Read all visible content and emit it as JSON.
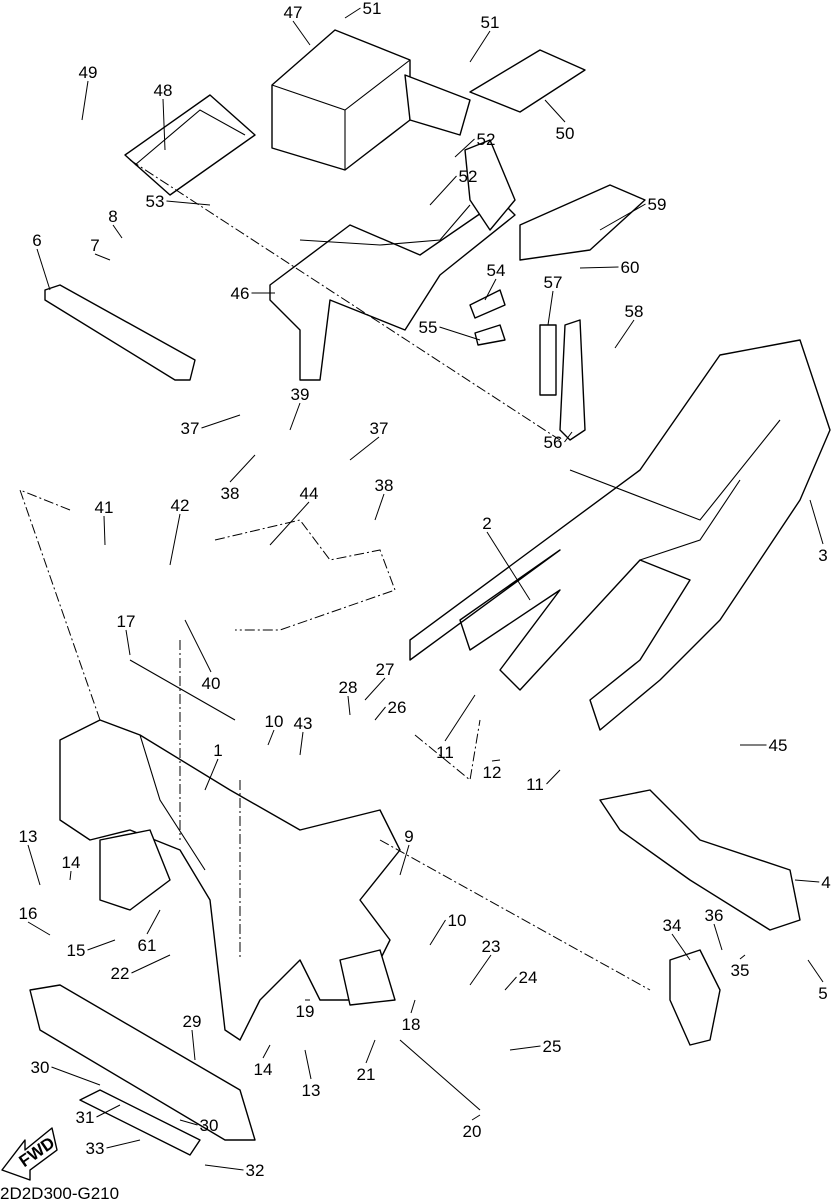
{
  "diagram": {
    "code": "2D2D300-G210",
    "fwd_label": "FWD",
    "callouts": [
      "47",
      "51",
      "51",
      "49",
      "48",
      "50",
      "52",
      "52",
      "59",
      "8",
      "7",
      "53",
      "6",
      "46",
      "54",
      "57",
      "60",
      "58",
      "55",
      "39",
      "37",
      "37",
      "56",
      "38",
      "38",
      "2",
      "3",
      "41",
      "42",
      "44",
      "17",
      "40",
      "27",
      "28",
      "26",
      "10",
      "43",
      "11",
      "12",
      "45",
      "11",
      "1",
      "9",
      "13",
      "14",
      "16",
      "15",
      "61",
      "22",
      "10",
      "34",
      "36",
      "23",
      "24",
      "4",
      "35",
      "5",
      "19",
      "18",
      "29",
      "30",
      "14",
      "13",
      "21",
      "25",
      "30",
      "31",
      "20",
      "33",
      "32"
    ]
  }
}
